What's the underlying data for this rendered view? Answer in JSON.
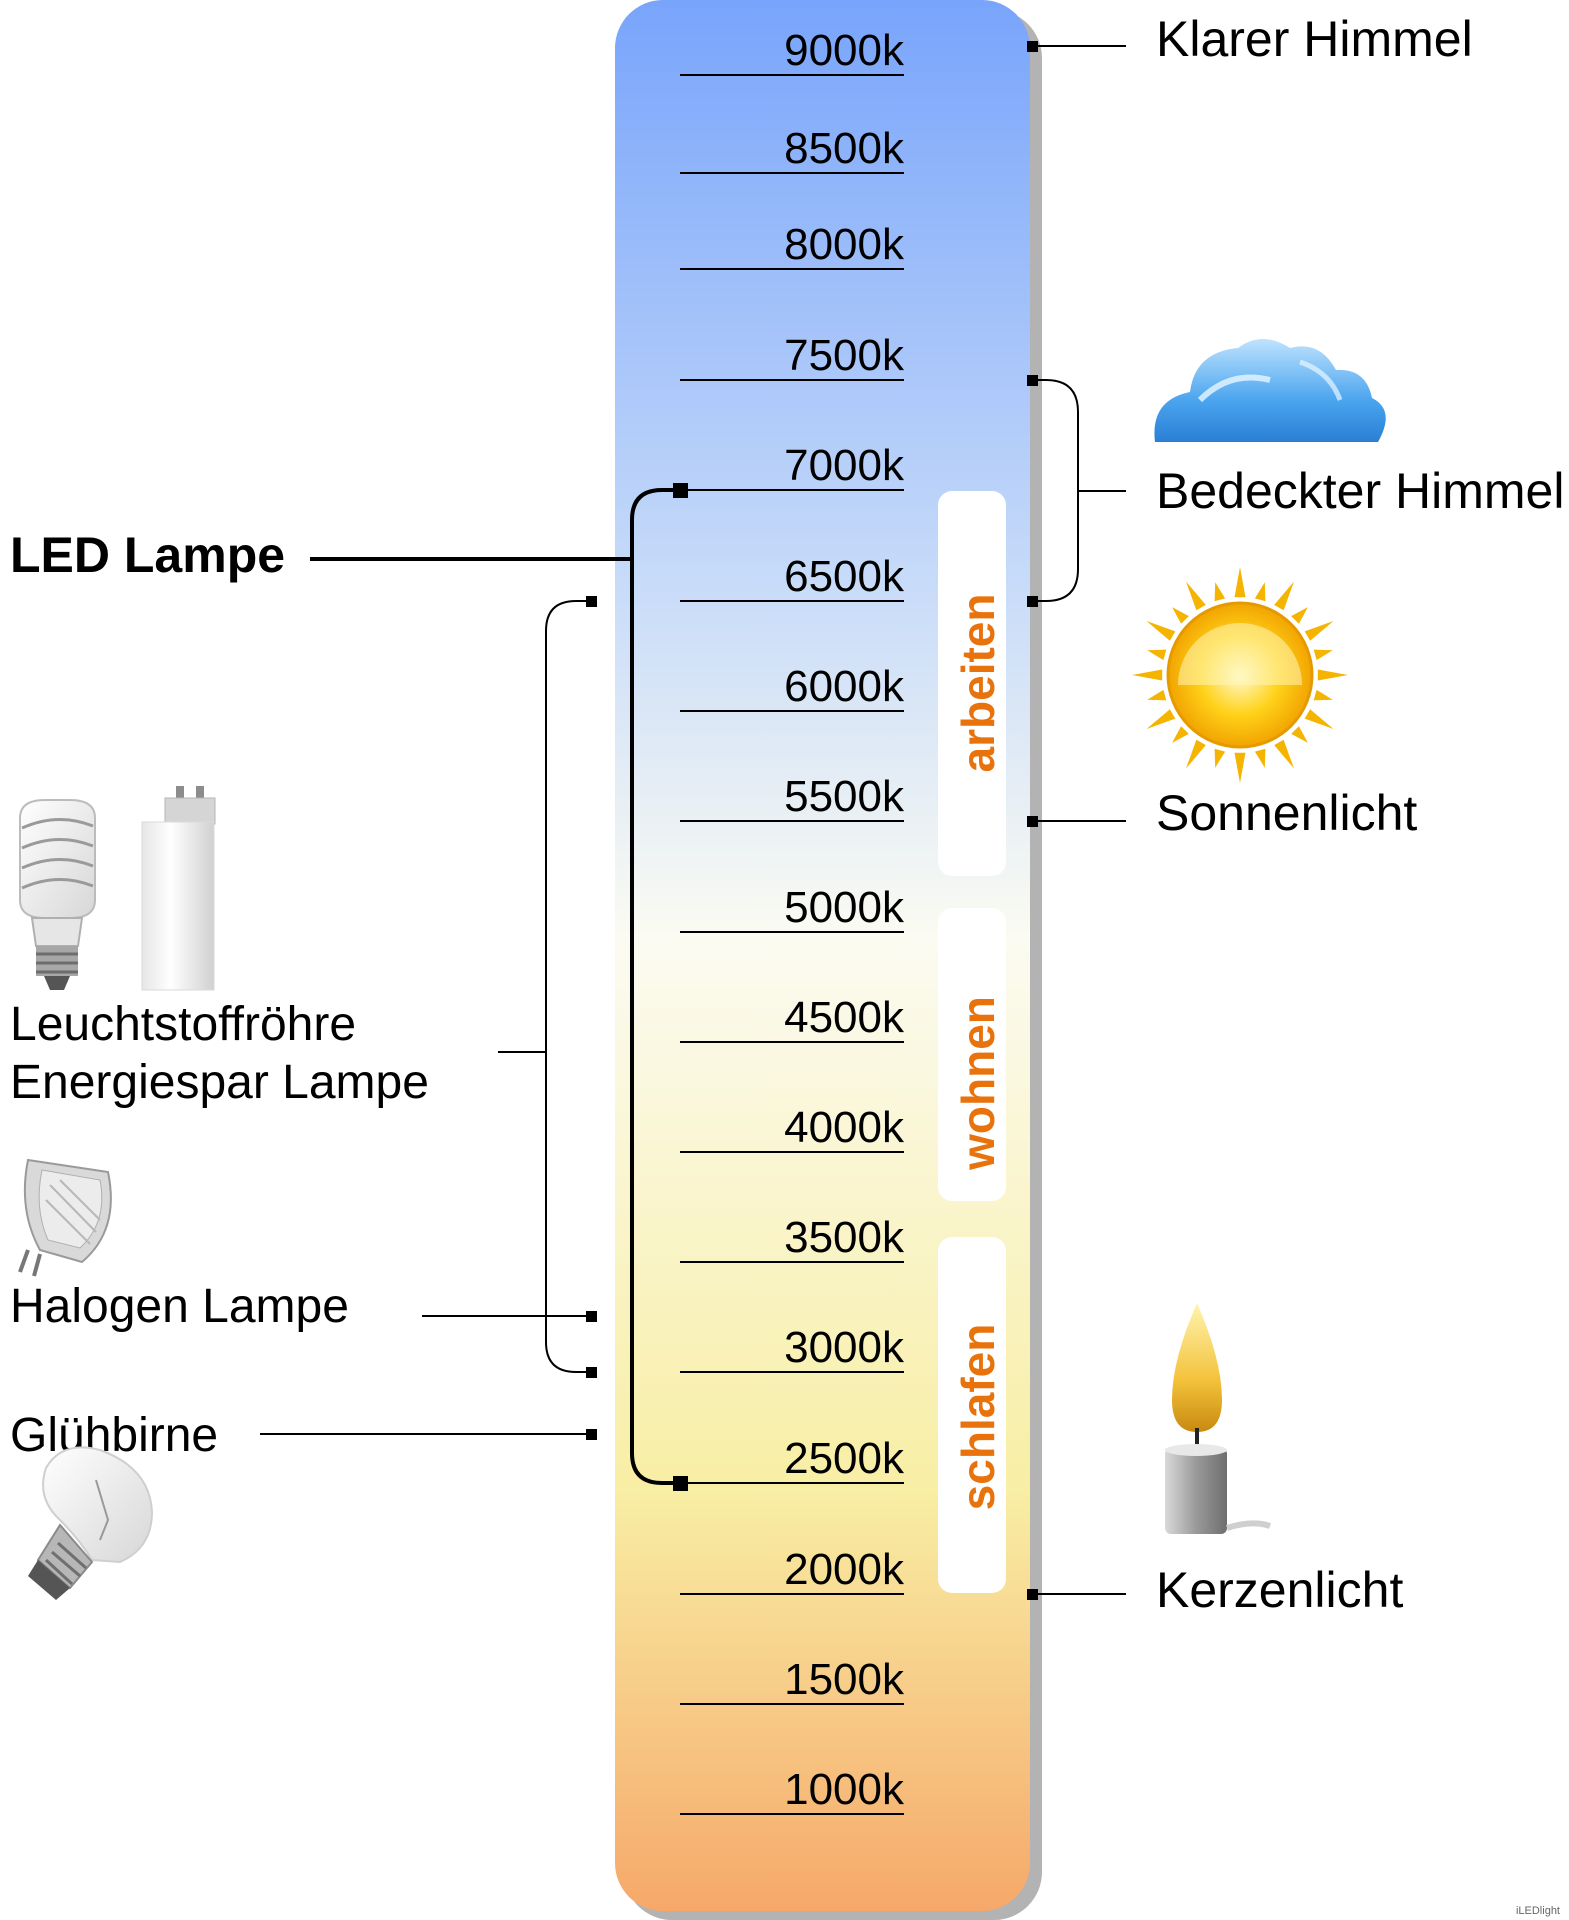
{
  "scale": {
    "ticks": [
      "9000k",
      "8500k",
      "8000k",
      "7500k",
      "7000k",
      "6500k",
      "6000k",
      "5500k",
      "5000k",
      "4500k",
      "4000k",
      "3500k",
      "3000k",
      "2500k",
      "2000k",
      "1500k",
      "1000k"
    ],
    "gradient": {
      "top": "#78a4fb",
      "upper_mid": "#c6daf9",
      "middle": "#fbfbf2",
      "lower_mid": "#f8eea4",
      "bottom": "#f6a86a"
    }
  },
  "zones": [
    {
      "id": "arbeiten",
      "label": "arbeiten"
    },
    {
      "id": "wohnen",
      "label": "wohnen"
    },
    {
      "id": "schlafen",
      "label": "schlafen"
    }
  ],
  "zone_color": "#e8720c",
  "right_labels": {
    "klarer_himmel": "Klarer Himmel",
    "bedeckter_himmel": "Bedeckter Himmel",
    "sonnenlicht": "Sonnenlicht",
    "kerzenlicht": "Kerzenlicht"
  },
  "left_labels": {
    "led_lampe": "LED Lampe",
    "leuchtstoff_line1": "Leuchtstoffröhre",
    "leuchtstoff_line2": "Energiespar Lampe",
    "halogen": "Halogen Lampe",
    "gluehbirne": "Glühbirne"
  },
  "watermark": "iLEDlight",
  "icons": [
    "cloud-icon",
    "sun-icon",
    "candle-icon",
    "cfl-bulb-icon",
    "fluorescent-tube-icon",
    "halogen-bulb-icon",
    "incandescent-bulb-icon"
  ]
}
